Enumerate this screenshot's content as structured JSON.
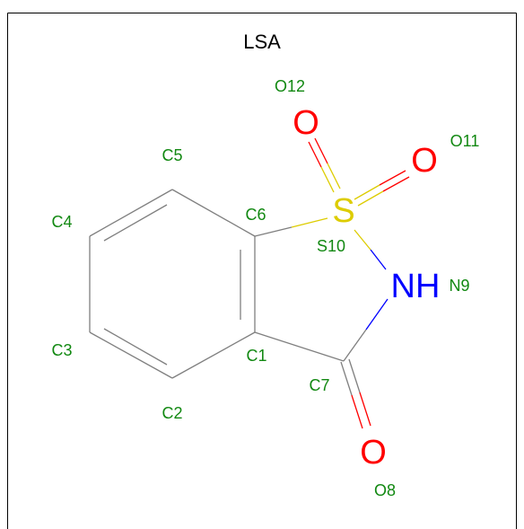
{
  "title": "LSA",
  "colors": {
    "carbon_bond": "#7f7f7f",
    "oxygen": "#ff0000",
    "sulfur": "#ddcc00",
    "nitrogen": "#0000ff",
    "label": "#118811"
  },
  "atoms": {
    "O12": {
      "symbol": "O",
      "label": "O12"
    },
    "O11": {
      "symbol": "O",
      "label": "O11"
    },
    "S10": {
      "symbol": "S",
      "label": "S10"
    },
    "N9": {
      "symbol": "NH",
      "label": "N9"
    },
    "O8": {
      "symbol": "O",
      "label": "O8"
    },
    "C1": {
      "label": "C1"
    },
    "C2": {
      "label": "C2"
    },
    "C3": {
      "label": "C3"
    },
    "C4": {
      "label": "C4"
    },
    "C5": {
      "label": "C5"
    },
    "C6": {
      "label": "C6"
    },
    "C7": {
      "label": "C7"
    }
  }
}
